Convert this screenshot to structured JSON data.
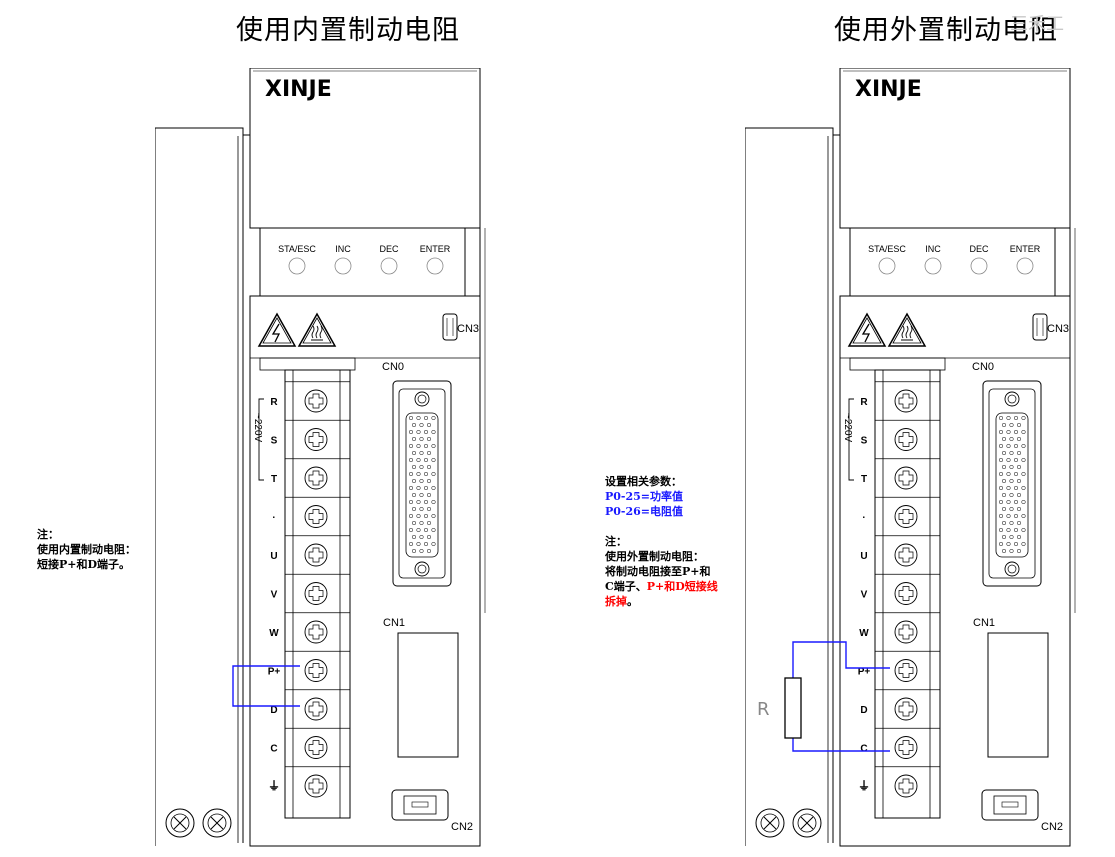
{
  "titles": {
    "left": "使用内置制动电阻",
    "right": "使用外置制动电阻"
  },
  "watermark": "三禾工",
  "drive": {
    "brand": "XINJE",
    "buttons": [
      "STA/ESC",
      "INC",
      "DEC",
      "ENTER"
    ],
    "ports": {
      "cn0": "CN0",
      "cn1": "CN1",
      "cn2": "CN2",
      "cn3": "CN3"
    },
    "voltage": "~220V",
    "terminals": [
      "R",
      "S",
      "T",
      "·",
      "U",
      "V",
      "W",
      "P+",
      "D",
      "C",
      "⏚"
    ]
  },
  "left_note": {
    "line1": "注：",
    "line2": "使用内置制动电阻：",
    "line3": "短接P+和D端子。"
  },
  "right_note": {
    "params_title": "设置相关参数：",
    "param1": "P0-25=功率值",
    "param2": "P0-26=电阻值",
    "note_title": "注：",
    "line1": "使用外置制动电阻：",
    "line2": "将制动电阻接至P+和",
    "line3_black": "C端子、",
    "line3_red": "P+和D短接线",
    "line4_red": "拆掉",
    "line4_end": "。"
  },
  "resistor_label": "R",
  "colors": {
    "wire": "#1a1aff",
    "highlight": "#ff0000",
    "outline": "#000000"
  }
}
